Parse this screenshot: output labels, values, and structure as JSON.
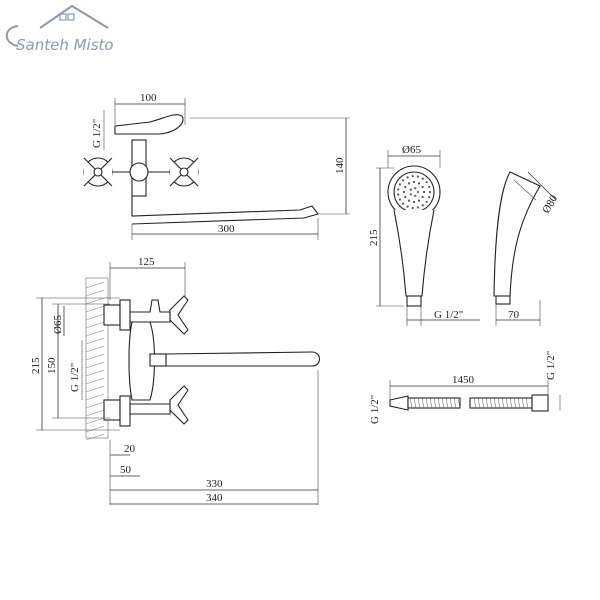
{
  "logo": {
    "text": "Santeh Misto",
    "color": "#8a9ab0"
  },
  "colors": {
    "line": "#333333",
    "background": "#ffffff"
  },
  "dimensions": {
    "top_width": "100",
    "top_height": "140",
    "top_spout": "300",
    "top_thread": "G 1/2\"",
    "head_diameter": "Ø65",
    "head_length": "215",
    "head_thread": "G 1/2\"",
    "side_width": "70",
    "side_diameter": "Ø80",
    "front_width": "125",
    "front_d65": "Ø65",
    "front_150": "150",
    "front_215": "215",
    "front_thread": "G 1/2\"",
    "front_20": "20",
    "front_50": "50",
    "front_330": "330",
    "front_340": "340",
    "hose_length": "1450",
    "hose_thread_left": "G 1/2\"",
    "hose_thread_right": "G 1/2\""
  }
}
